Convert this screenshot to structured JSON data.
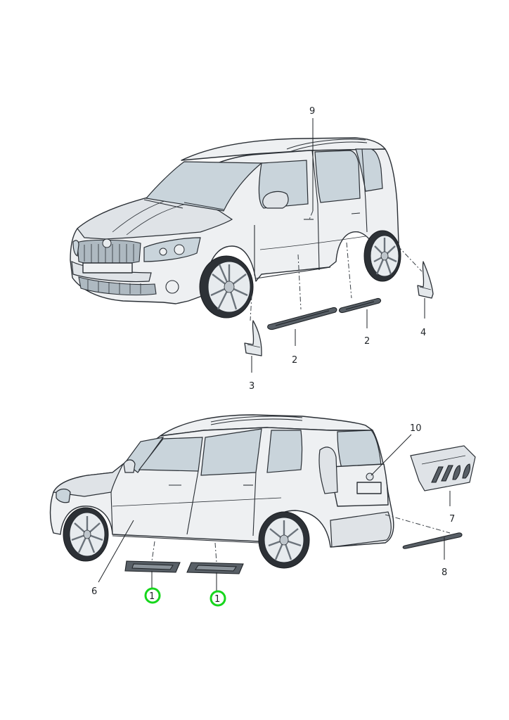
{
  "callouts": {
    "c9": "9",
    "c2a": "2",
    "c2b": "2",
    "c4": "4",
    "c3": "3",
    "c10": "10",
    "c7": "7",
    "c8": "8",
    "c6": "6",
    "c1a": "1",
    "c1b": "1"
  },
  "highlight_color": "#16d61c",
  "highlighted_callouts": [
    "c1a",
    "c1b"
  ]
}
